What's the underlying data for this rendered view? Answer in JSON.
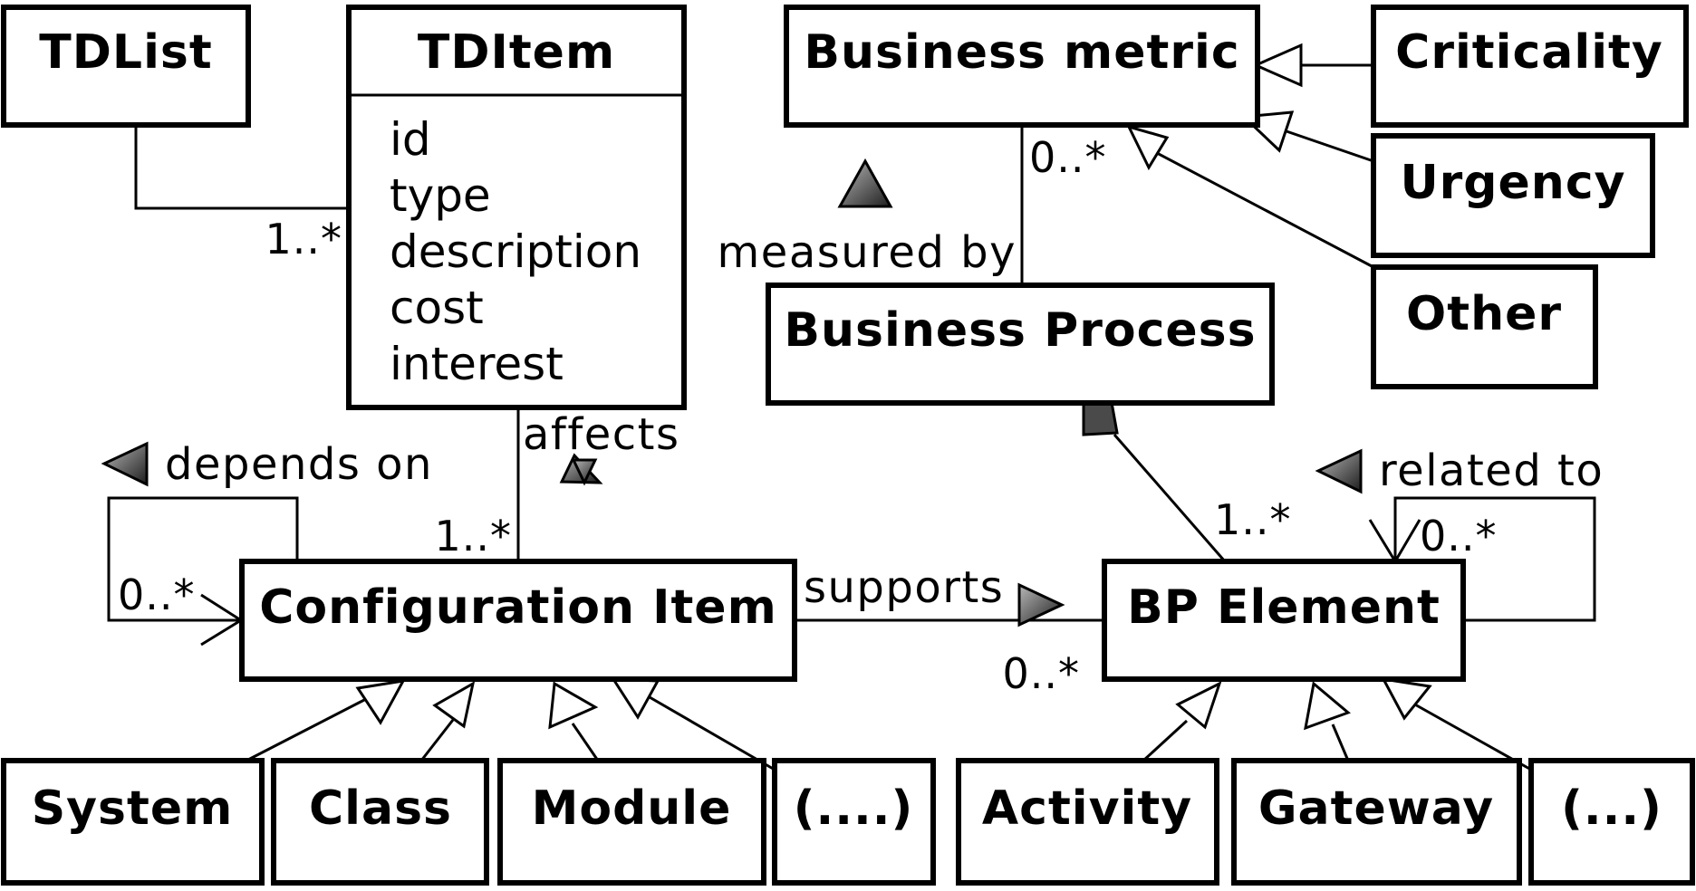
{
  "classes": {
    "tdlist": "TDList",
    "tditem": "TDItem",
    "business_metric": "Business metric",
    "criticality": "Criticality",
    "urgency": "Urgency",
    "other": "Other",
    "business_process": "Business Process",
    "configuration_item": "Configuration Item",
    "bp_element": "BP Element",
    "system": "System",
    "class": "Class",
    "module": "Module",
    "ci_more": "(....)",
    "activity": "Activity",
    "gateway": "Gateway",
    "bp_more": "(...)"
  },
  "tditem_attributes": [
    "id",
    "type",
    "description",
    "cost",
    "interest"
  ],
  "associations": {
    "measured_by": "measured by",
    "affects": "affects",
    "depends_on": "depends on",
    "supports": "supports",
    "related_to": "related to"
  },
  "multiplicities": {
    "tdlist_tditem": "1..*",
    "metric_process": "0..*",
    "affects_ci": "1..*",
    "depends_self": "0..*",
    "supports_ci": "0..*",
    "composition_bp": "1..*",
    "related_self": "0..*"
  }
}
